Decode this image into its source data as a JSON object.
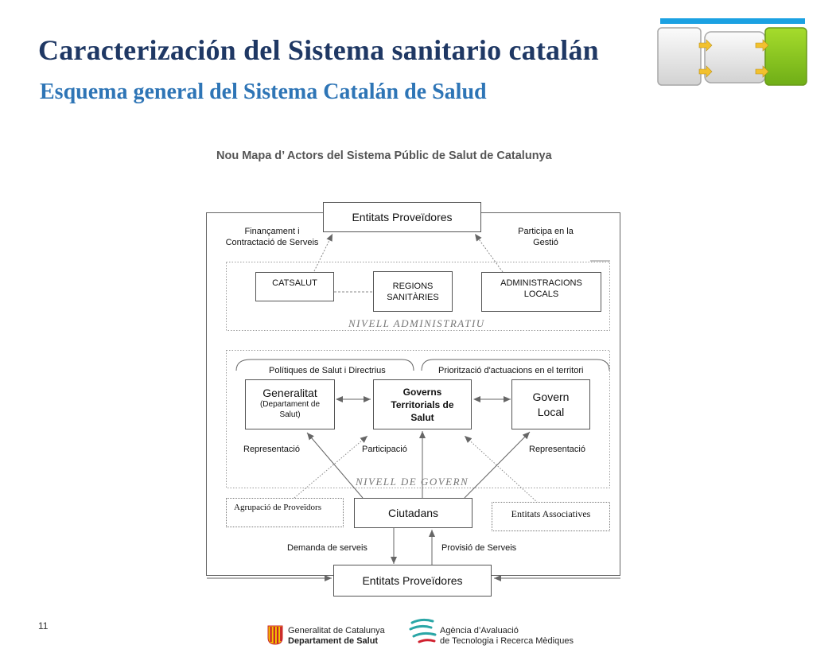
{
  "header": {
    "title": "Caracterización del Sistema sanitario catalán",
    "subtitle": "Esquema general del Sistema Catalán de Salud"
  },
  "diagram": {
    "title": "Nou Mapa d’ Actors del Sistema Públic de Salut de Catalunya",
    "top_box": "Entitats Proveïdores",
    "label_left_top": [
      "Finançament i",
      "Contractació de Serveis"
    ],
    "label_right_top": [
      "Participa en la",
      "Gestió"
    ],
    "catsalut": "CATSALUT",
    "regions": [
      "REGIONS",
      "SANITÀRIES"
    ],
    "administracions": [
      "ADMINISTRACIONS",
      "LOCALS"
    ],
    "nivell_admin": "NIVELL   ADMINISTRATIU",
    "politiques": "Polítiques de Salut i Directrius",
    "prioritzacio": "Priorització d'actuacions en el territori",
    "generalitat": {
      "name": "Generalitat",
      "sub": [
        "(Departament de",
        "Salut)"
      ]
    },
    "governs": [
      "Governs",
      "Territorials de",
      "Salut"
    ],
    "govern_local": [
      "Govern",
      "Local"
    ],
    "representacio_left": "Representació",
    "participacio": "Participació",
    "representacio_right": "Representació",
    "nivell_govern": "NIVELL   DE   GOVERN",
    "agrupacio": "Agrupació de Proveïdors",
    "ciutadans": "Ciutadans",
    "entitats_associatives": "Entitats Associatives",
    "demanda": "Demanda de serveis",
    "provisio": "Provisió de Serveis",
    "bottom_box": "Entitats Proveïdores"
  },
  "footer": {
    "page_number": "11",
    "generalitat_line1": "Generalitat de Catalunya",
    "generalitat_line2": "Departament de Salut",
    "agencia_line1": "Agència d’Avaluació",
    "agencia_line2": "de Tecnologia i Recerca Mèdiques"
  },
  "colors": {
    "title": "#1f3864",
    "subtitle": "#2e75b6",
    "logo_bar": "#1ba1e2",
    "logo_green": "#8ac926",
    "logo_arrow": "#f2c12e",
    "gencat_red": "#d0202e",
    "aquas_teal": "#2aa6a6"
  }
}
